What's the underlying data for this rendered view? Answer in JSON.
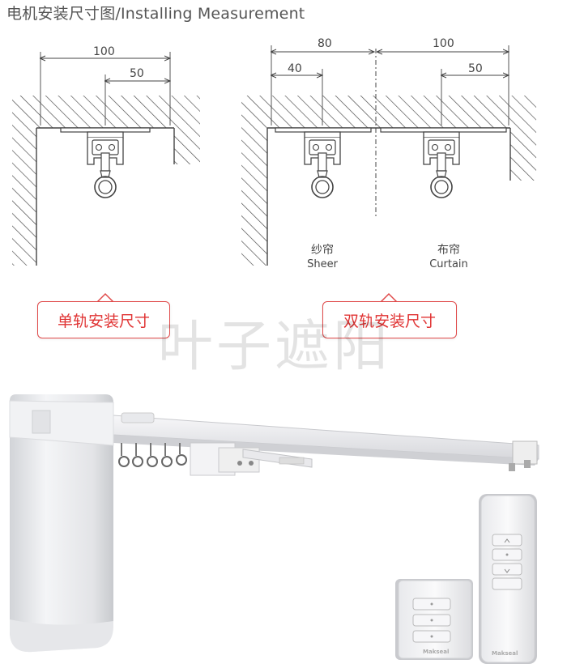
{
  "header": {
    "title": "电机安装尺寸图/Installing Measurement"
  },
  "single_track": {
    "width_label": "100",
    "half_label": "50"
  },
  "double_track": {
    "left_width_label": "80",
    "left_half_label": "40",
    "right_width_label": "100",
    "right_half_label": "50"
  },
  "tracks": {
    "sheer_cn": "纱帘",
    "sheer_en": "Sheer",
    "curtain_cn": "布帘",
    "curtain_en": "Curtain"
  },
  "buttons": {
    "single_track_label": "单轨安装尺寸",
    "double_track_label": "双轨安装尺寸"
  },
  "watermark": {
    "text": "叶子遮阳"
  },
  "product": {
    "brand_wall": "Makseal",
    "brand_remote": "Makseal"
  },
  "colors": {
    "accent_red": "#e03333",
    "line": "#444444"
  }
}
